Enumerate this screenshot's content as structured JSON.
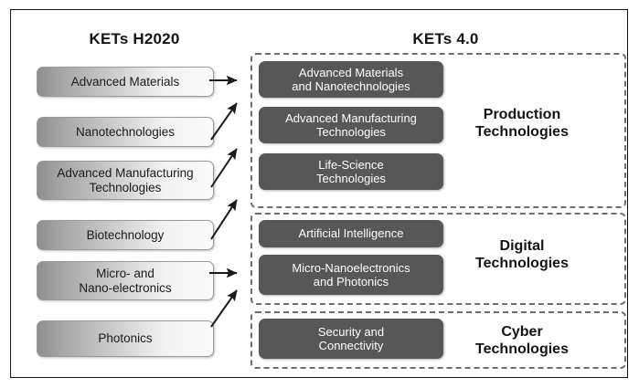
{
  "headings": {
    "left": "KETs H2020",
    "right": "KETs 4.0"
  },
  "ket_h2020": [
    {
      "id": "advanced-materials",
      "label": "Advanced Materials"
    },
    {
      "id": "nanotechnologies",
      "label": "Nanotechnologies"
    },
    {
      "id": "advanced-manufacturing",
      "label": "Advanced Manufacturing\nTechnologies"
    },
    {
      "id": "biotechnology",
      "label": "Biotechnology"
    },
    {
      "id": "micro-nano-electronics",
      "label": "Micro- and\nNano-electronics"
    },
    {
      "id": "photonics",
      "label": "Photonics"
    }
  ],
  "groups": [
    {
      "id": "production",
      "label": "Production\nTechnologies",
      "boxes": [
        {
          "id": "advanced-materials-nanotechnologies",
          "label": "Advanced Materials\nand Nanotechnologies"
        },
        {
          "id": "advanced-manufacturing-technologies",
          "label": "Advanced Manufacturing\nTechnologies"
        },
        {
          "id": "life-science-technologies",
          "label": "Life-Science\nTechnologies"
        }
      ]
    },
    {
      "id": "digital",
      "label": "Digital\nTechnologies",
      "boxes": [
        {
          "id": "artificial-intelligence",
          "label": "Artificial Intelligence"
        },
        {
          "id": "micro-nanoelectronics-photonics",
          "label": "Micro-Nanoelectronics\nand Photonics"
        }
      ]
    },
    {
      "id": "cyber",
      "label": "Cyber\nTechnologies",
      "boxes": [
        {
          "id": "security-and-connectivity",
          "label": "Security and\nConnectivity"
        }
      ]
    }
  ],
  "colors": {
    "frame": "#151515",
    "dark_box": "#575757",
    "dashed_border": "#6e6e6e",
    "arrow": "#1a1a1a",
    "text_dark": "#1b1b1b",
    "text_light": "#ffffff"
  },
  "mappings": [
    {
      "from": "Advanced Materials",
      "to": "Advanced Materials and Nanotechnologies"
    },
    {
      "from": "Nanotechnologies",
      "to": "Advanced Materials and Nanotechnologies"
    },
    {
      "from": "Advanced Manufacturing Technologies",
      "to": "Advanced Manufacturing Technologies"
    },
    {
      "from": "Biotechnology",
      "to": "Life-Science Technologies"
    },
    {
      "from": "Micro- and Nano-electronics",
      "to": "Micro-Nanoelectronics and Photonics"
    },
    {
      "from": "Photonics",
      "to": "Micro-Nanoelectronics and Photonics"
    }
  ]
}
